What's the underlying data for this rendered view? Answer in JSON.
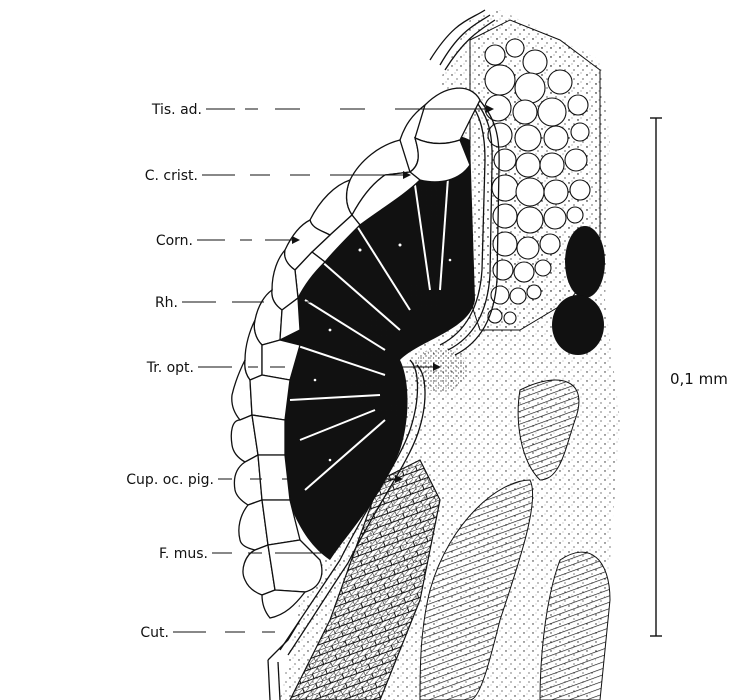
{
  "figure": {
    "labels": [
      {
        "id": "tis-ad",
        "text": "Tis. ad."
      },
      {
        "id": "c-crist",
        "text": "C. crist."
      },
      {
        "id": "corn",
        "text": "Corn."
      },
      {
        "id": "rh",
        "text": "Rh."
      },
      {
        "id": "tr-opt",
        "text": "Tr. opt."
      },
      {
        "id": "cup-oc-pig",
        "text": "Cup. oc. pig."
      },
      {
        "id": "f-mus",
        "text": "F. mus."
      },
      {
        "id": "cut",
        "text": "Cut."
      }
    ],
    "scale_bar": {
      "label": "0,1 mm"
    }
  }
}
